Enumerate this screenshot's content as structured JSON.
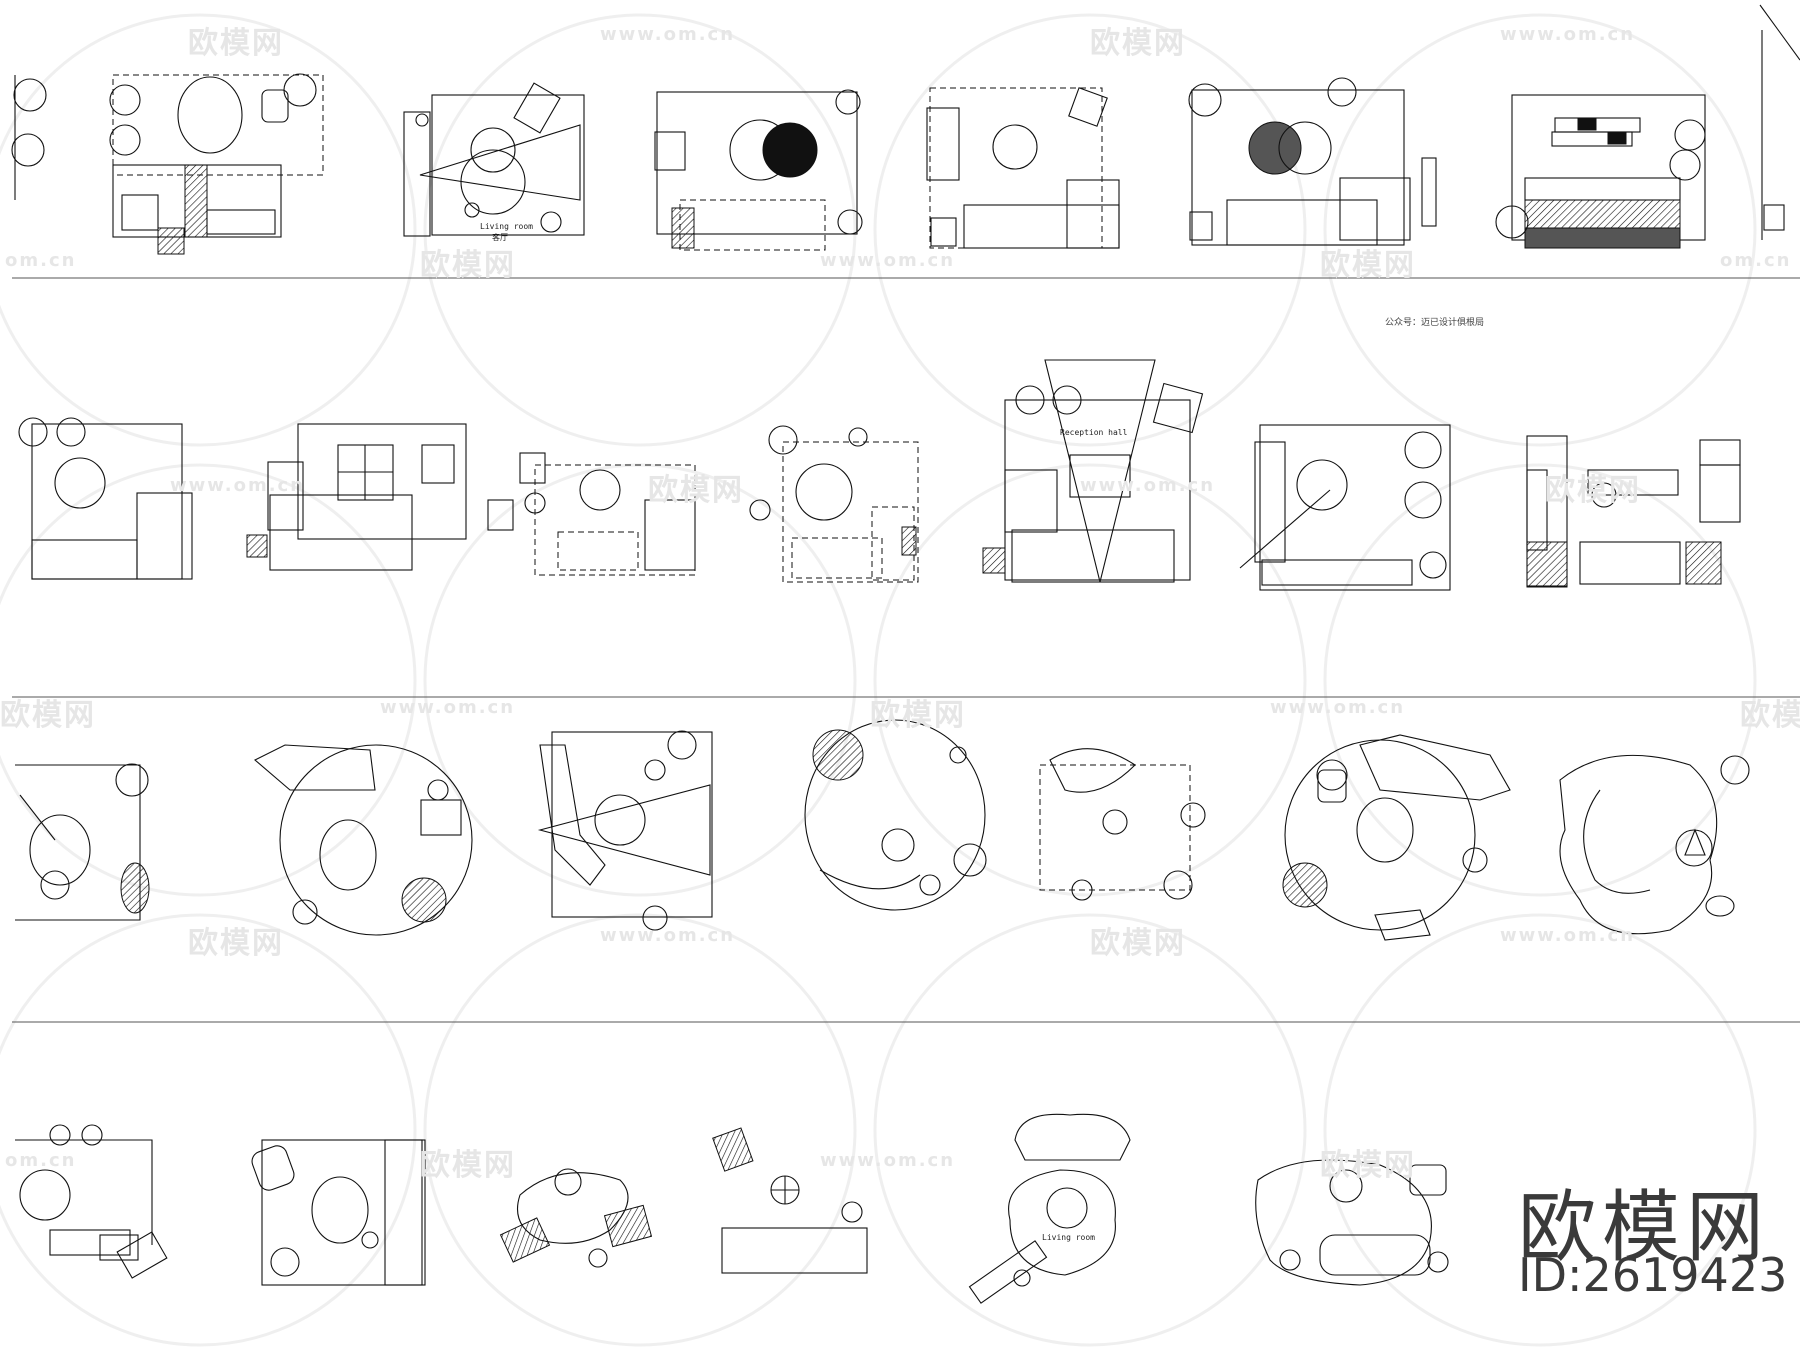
{
  "watermarks": {
    "cn": "欧模网",
    "url": "www.om.cn",
    "url_partial": "om.cn"
  },
  "labels": {
    "living_room_1_en": "Living room",
    "living_room_1_cn": "客厅",
    "reception_hall": "Reception hall",
    "living_room_4": "Living room"
  },
  "caption": "公众号：迈已设计俱根局",
  "brand": {
    "name": "欧模网",
    "id": "ID:2619423"
  }
}
